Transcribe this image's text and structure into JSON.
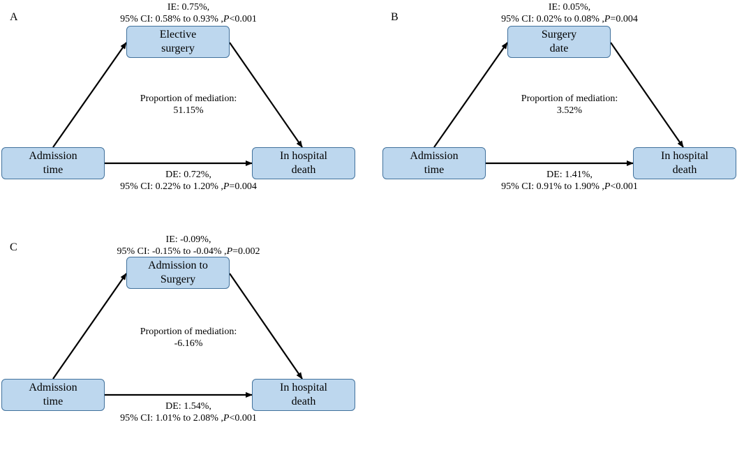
{
  "panels": {
    "a": {
      "letter": "A",
      "left_node": [
        "Admission",
        "time"
      ],
      "top_node": [
        "Elective",
        "surgery"
      ],
      "right_node": [
        "In hospital",
        "death"
      ],
      "ie": {
        "line1": "IE: 0.75%,",
        "ci": "95% CI: 0.58% to 0.93% ,",
        "p_letter": "P",
        "p_value": "<0.001"
      },
      "mediation": {
        "label": "Proportion of mediation:",
        "value": "51.15%"
      },
      "de": {
        "line1": "DE: 0.72%,",
        "ci": "95% CI: 0.22% to 1.20% ,",
        "p_letter": "P",
        "p_value": "=0.004"
      }
    },
    "b": {
      "letter": "B",
      "left_node": [
        "Admission",
        "time"
      ],
      "top_node": [
        "Surgery",
        "date"
      ],
      "right_node": [
        "In hospital",
        "death"
      ],
      "ie": {
        "line1": "IE: 0.05%,",
        "ci": "95% CI: 0.02% to 0.08% ,",
        "p_letter": "P",
        "p_value": "=0.004"
      },
      "mediation": {
        "label": "Proportion of mediation:",
        "value": "3.52%"
      },
      "de": {
        "line1": "DE: 1.41%,",
        "ci": "95% CI: 0.91% to 1.90% ,",
        "p_letter": "P",
        "p_value": "<0.001"
      }
    },
    "c": {
      "letter": "C",
      "left_node": [
        "Admission",
        "time"
      ],
      "top_node": [
        "Admission to",
        "Surgery"
      ],
      "right_node": [
        "In hospital",
        "death"
      ],
      "ie": {
        "line1": "IE: -0.09%,",
        "ci": "95% CI: -0.15% to -0.04% ,",
        "p_letter": "P",
        "p_value": "=0.002"
      },
      "mediation": {
        "label": "Proportion of mediation:",
        "value": "-6.16%"
      },
      "de": {
        "line1": "DE: 1.54%,",
        "ci": "95% CI: 1.01% to 2.08% ,",
        "p_letter": "P",
        "p_value": "<0.001"
      }
    }
  },
  "colors": {
    "box_fill": "#bdd7ee",
    "box_border": "#41719c",
    "arrow": "#000000"
  }
}
